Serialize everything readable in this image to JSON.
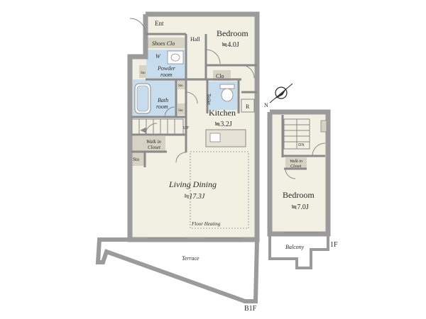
{
  "colors": {
    "wall": "#9b9b9b",
    "wall_dark": "#6f6f6f",
    "floor": "#f2efe3",
    "wet": "#c7dcec",
    "storage": "#d6d3c4",
    "text": "#2a2a2a"
  },
  "icons": [
    "compass-icon",
    "bathtub-icon",
    "toilet-icon",
    "washbasin-icon",
    "stairs-icon"
  ],
  "b1f": {
    "floor_label": "B1F",
    "rooms": {
      "ent": "Ent",
      "hall": "Hall",
      "shoes_clo": "Shoes Clo",
      "bedroom": "Bedroom",
      "bedroom_size": "≒4.0J",
      "w": "W",
      "powder_room_line1": "Powder",
      "powder_room_line2": "room",
      "sto_left": "Sto",
      "clo": "Clo",
      "toilet": "Toilet",
      "sto_mid1": "Sto",
      "sto_mid2": "Sto",
      "bath_room_line1": "Bath",
      "bath_room_line2": "room",
      "kitchen": "Kitchen",
      "kitchen_size": "≒3.2J",
      "r": "R",
      "up": "UP",
      "walk_in_closet_line1": "Walk in",
      "walk_in_closet_line2": "Closet",
      "sto_low": "Sto",
      "living_dining": "Living Dining",
      "living_dining_size": "≒17.3J",
      "floor_heating": "Floor Heating",
      "terrace": "Terrace"
    }
  },
  "f1": {
    "floor_label": "1F",
    "rooms": {
      "dn": "DN",
      "walk_in_closet_line1": "Walk in",
      "walk_in_closet_line2": "Closet",
      "bedroom": "Bedroom",
      "bedroom_size": "≒7.0J",
      "balcony": "Balcony"
    }
  },
  "compass": {
    "north_label": "N"
  }
}
